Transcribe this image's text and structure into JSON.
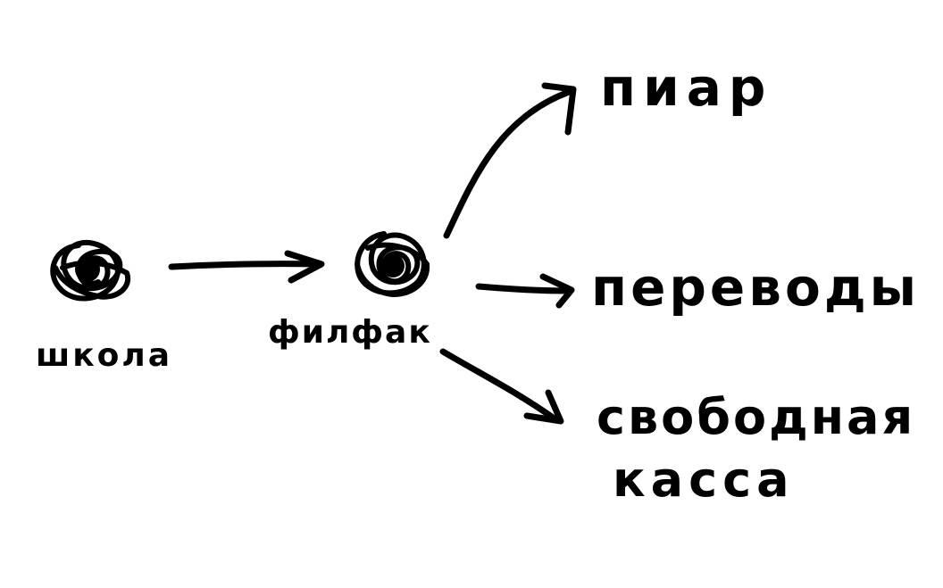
{
  "nodes": {
    "school": {
      "label": "школа"
    },
    "filfak": {
      "label": "филфак"
    }
  },
  "targets": {
    "pr": {
      "label": "пиар"
    },
    "translations": {
      "label": "переводы"
    },
    "free_cash": {
      "line1": "свободная",
      "line2": "касса"
    }
  },
  "colors": {
    "ink": "#000000",
    "background": "#ffffff"
  }
}
